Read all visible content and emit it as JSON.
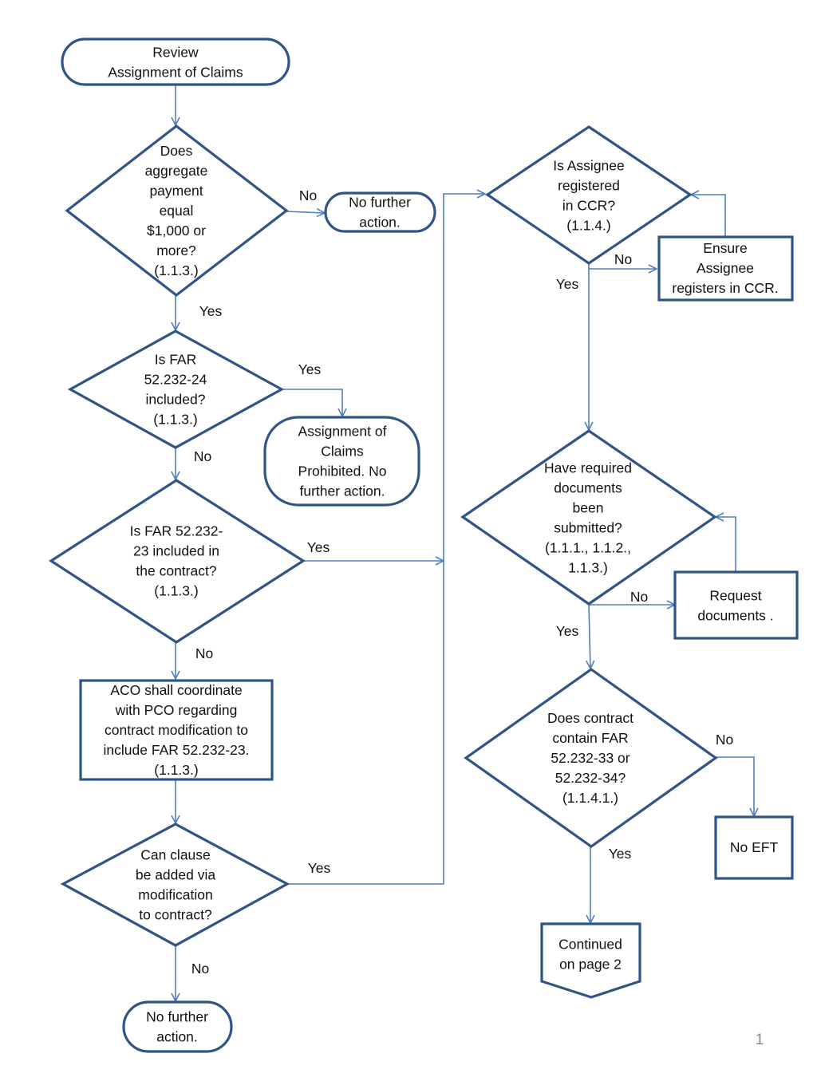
{
  "nodes": {
    "start": [
      "Review",
      "Assignment of Claims"
    ],
    "q_aggregate": [
      "Does",
      "aggregate",
      "payment",
      "equal",
      "$1,000 or",
      "more?",
      "(1.1.3.)"
    ],
    "end_no_further_1": [
      "No further",
      "action."
    ],
    "q_far_24": [
      "Is FAR",
      "52.232-24",
      "included?",
      "(1.1.3.)"
    ],
    "assignment_prohibited": [
      "Assignment of",
      "Claims",
      "Prohibited. No",
      "further action."
    ],
    "q_far_23": [
      "Is FAR 52.232-",
      "23 included in",
      "the contract?",
      "(1.1.3.)"
    ],
    "aco_coordinate": [
      "ACO shall coordinate",
      "with PCO regarding",
      "contract modification to",
      "include FAR 52.232-23.",
      "(1.1.3.)"
    ],
    "q_clause_added": [
      "Can clause",
      "be added via",
      "modification",
      "to contract?"
    ],
    "end_no_further_2": [
      "No further",
      "action."
    ],
    "q_assignee_ccr": [
      "Is Assignee",
      "registered",
      "in CCR?",
      "(1.1.4.)"
    ],
    "ensure_ccr": [
      "Ensure",
      "Assignee",
      "registers in CCR."
    ],
    "q_documents": [
      "Have required",
      "documents",
      "been",
      "submitted?",
      "(1.1.1., 1.1.2.,",
      "1.1.3.)"
    ],
    "request_documents": [
      "Request",
      "documents ."
    ],
    "q_far_33_34": [
      "Does contract",
      "contain FAR",
      "52.232-33 or",
      "52.232-34?",
      "(1.1.4.1.)"
    ],
    "no_eft": [
      "No EFT"
    ],
    "continued": [
      "Continued",
      "on page 2"
    ]
  },
  "edge_labels": {
    "aggregate_no": "No",
    "aggregate_yes": "Yes",
    "far24_yes": "Yes",
    "far24_no": "No",
    "far23_yes": "Yes",
    "far23_no": "No",
    "clause_yes": "Yes",
    "clause_no": "No",
    "ccr_no": "No",
    "ccr_yes": "Yes",
    "docs_no": "No",
    "docs_yes": "Yes",
    "far3334_no": "No",
    "far3334_yes": "Yes"
  },
  "page_number": "1"
}
